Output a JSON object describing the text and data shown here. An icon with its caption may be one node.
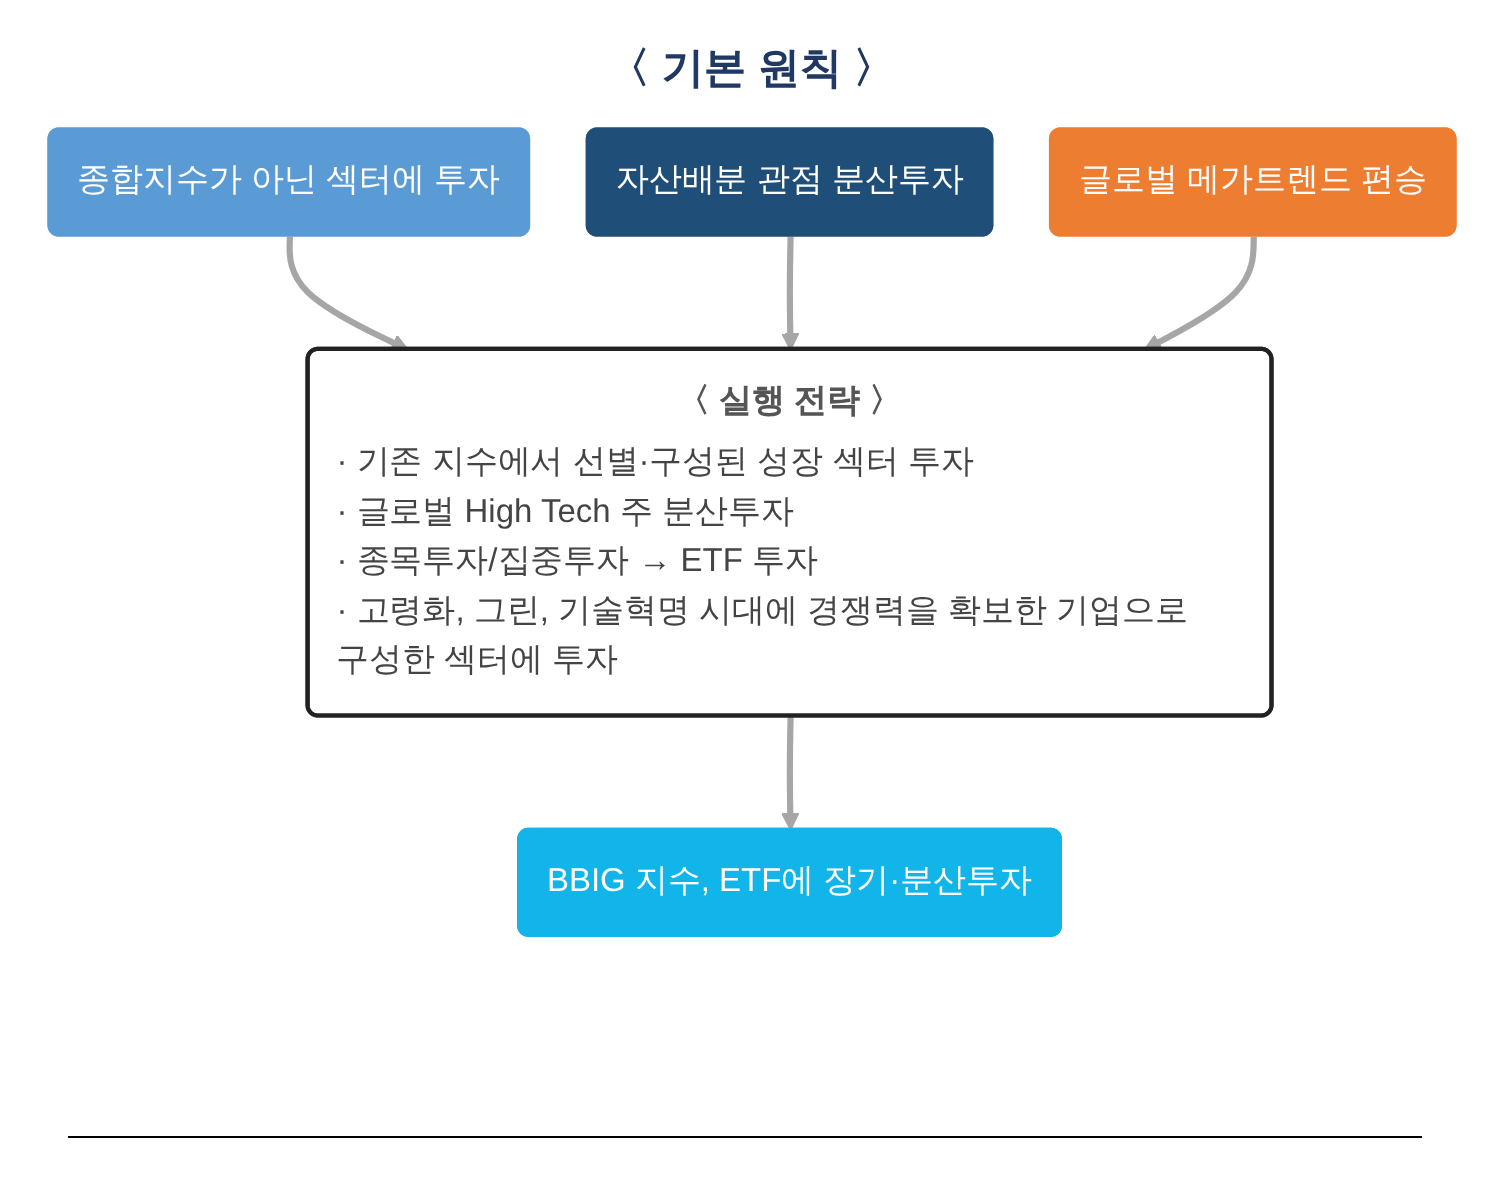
{
  "diagram": {
    "nodes": [
      {
        "text": [
          "종합지수가 아닌 섹터에 투자"
        ]
      },
      {
        "text": [
          "자산배분 관점 분산투자"
        ]
      },
      {
        "text": [
          "글로벌 메가트렌드 편승"
        ]
      },
      {
        "text": [
          "〈 실행 전략 〉",
          "· 기존 지수에서 선별·구성된 성장 섹터 투자",
          "· 글로벌 High Tech 주 분산투자",
          "· 종목투자/집중투자 → ETF 투자",
          "· 고령화, 그린, 기술혁명 시대에 경쟁력을 확보한 기업으로 구성한 섹터에 투자"
        ]
      },
      {
        "text": [
          "BBIG 지수, ETF에 장기·분산투자"
        ]
      }
    ],
    "edges": [
      {
        "from": 0,
        "to": 3,
        "arrow": "to"
      },
      {
        "from": 1,
        "to": 3,
        "arrow": "to"
      },
      {
        "from": 2,
        "to": 3,
        "arrow": "to"
      },
      {
        "from": 3,
        "to": 4,
        "arrow": "to"
      }
    ],
    "labels": [
      "〈 기본 원칙 〉"
    ]
  }
}
